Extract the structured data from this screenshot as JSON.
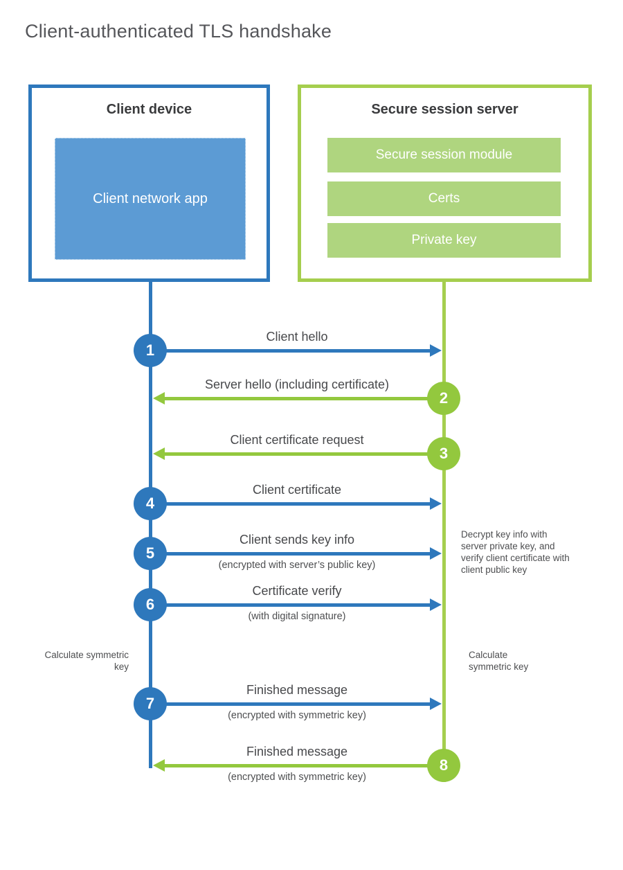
{
  "title": "Client-authenticated TLS handshake",
  "colors": {
    "blue": "#2e78bc",
    "blue_fill": "#5c9bd4",
    "green": "#a5ce4e",
    "green_bright": "#93c83e",
    "green_fill": "#afd57f"
  },
  "client": {
    "heading": "Client device",
    "app_label": "Client network app"
  },
  "server": {
    "heading": "Secure session server",
    "modules": [
      "Secure session module",
      "Certs",
      "Private key"
    ]
  },
  "steps": [
    {
      "num": "1",
      "from": "client",
      "label": "Client hello",
      "sublabel": ""
    },
    {
      "num": "2",
      "from": "server",
      "label": "Server hello (including certificate)",
      "sublabel": ""
    },
    {
      "num": "3",
      "from": "server",
      "label": "Client certificate request",
      "sublabel": ""
    },
    {
      "num": "4",
      "from": "client",
      "label": "Client certificate",
      "sublabel": ""
    },
    {
      "num": "5",
      "from": "client",
      "label": "Client sends key info",
      "sublabel": "(encrypted with server’s public key)"
    },
    {
      "num": "6",
      "from": "client",
      "label": "Certificate verify",
      "sublabel": "(with digital signature)"
    },
    {
      "num": "7",
      "from": "client",
      "label": "Finished message",
      "sublabel": "(encrypted with symmetric key)"
    },
    {
      "num": "8",
      "from": "server",
      "label": "Finished message",
      "sublabel": "(encrypted with symmetric key)"
    }
  ],
  "notes": {
    "decrypt_note": "Decrypt key info with server private key, and verify client certificate with client public key",
    "calc_left": "Calculate symmetric key",
    "calc_right": "Calculate symmetric key"
  }
}
